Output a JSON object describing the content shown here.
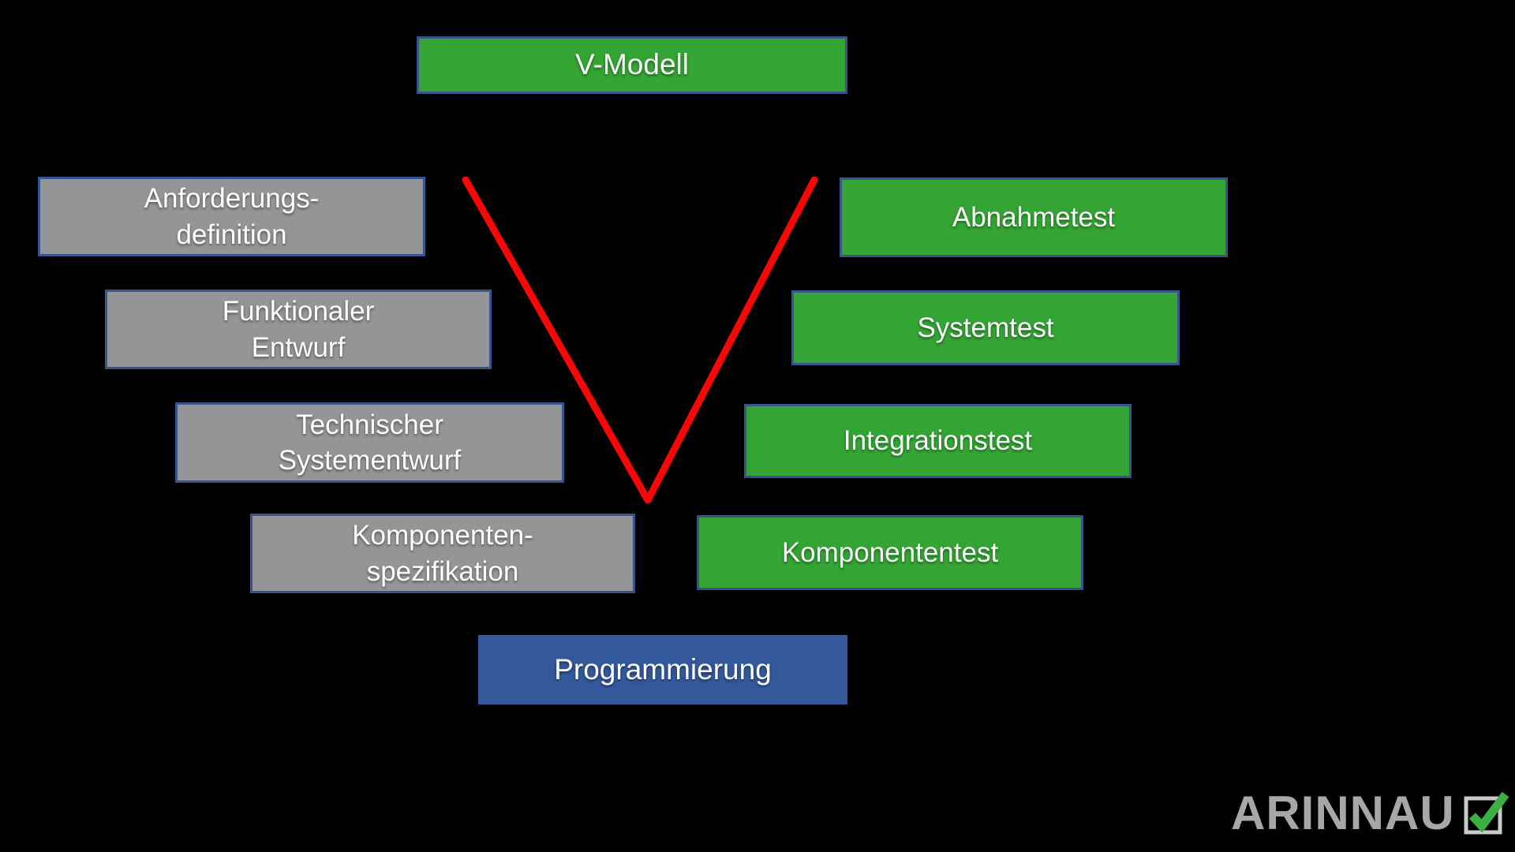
{
  "diagram": {
    "title": "V-Modell",
    "left_stages": [
      {
        "label": "Anforderungs-\ndefinition"
      },
      {
        "label": "Funktionaler\nEntwurf"
      },
      {
        "label": "Technischer\nSystementwurf"
      },
      {
        "label": "Komponenten-\nspezifikation"
      }
    ],
    "right_stages": [
      {
        "label": "Abnahmetest"
      },
      {
        "label": "Systemtest"
      },
      {
        "label": "Integrationstest"
      },
      {
        "label": "Komponententest"
      }
    ],
    "bottom_stage": {
      "label": "Programmierung"
    }
  },
  "branding": {
    "logo_text": "ARINNAU",
    "logo_icon": "checked-checkbox-icon"
  },
  "colors": {
    "background": "#000000",
    "stage_green": "#34a534",
    "stage_gray": "#939597",
    "stage_blue": "#33589c",
    "box_border": "#36548e",
    "v_line_red": "#fa0606",
    "logo_gray": "#a7a7a7",
    "check_green": "#3cb043",
    "checkbox_border": "#c9cbca",
    "text": "#ffffff"
  }
}
